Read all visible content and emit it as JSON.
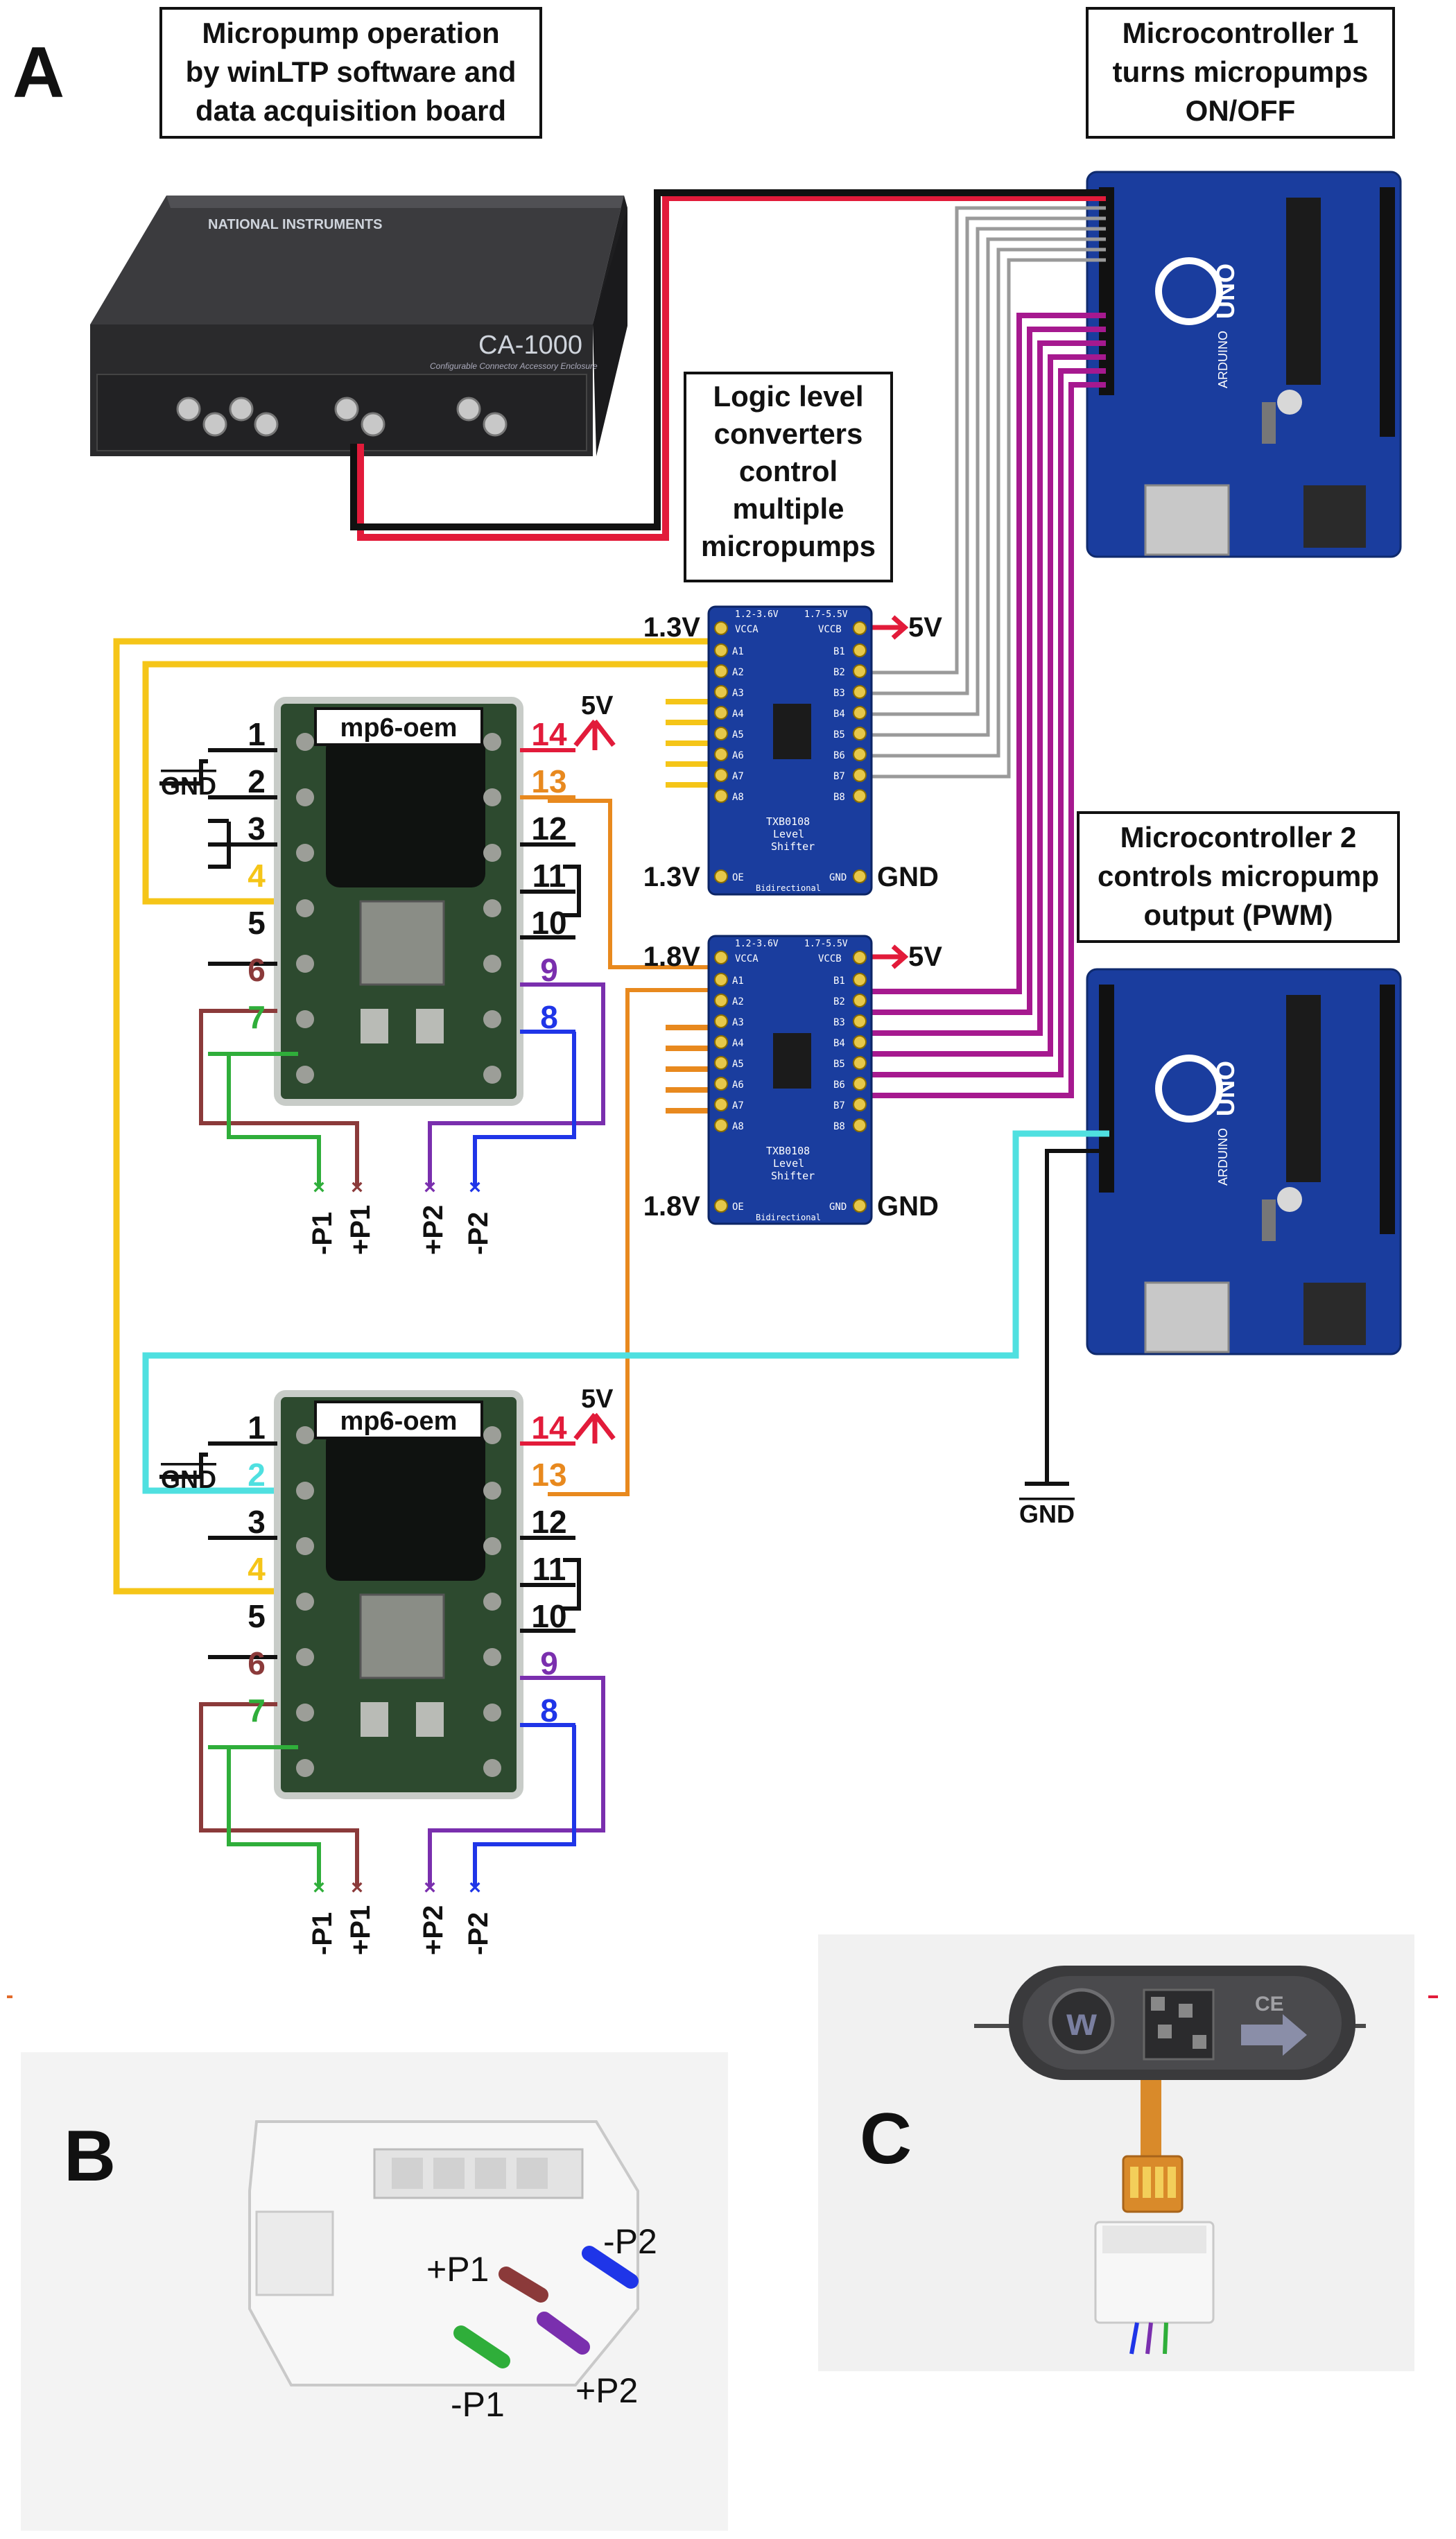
{
  "panel_a": {
    "letter": "A",
    "caption_ni": [
      "Micropump operation",
      "by winLTP software and",
      "data acquisition board"
    ],
    "caption_mc1": [
      "Microcontroller 1",
      "turns micropumps",
      "ON/OFF"
    ],
    "caption_llc": [
      "Logic level",
      "converters",
      "control",
      "multiple",
      "micropumps"
    ],
    "caption_mc2": [
      "Microcontroller 2",
      "controls micropump",
      "output (PWM)"
    ],
    "ni_brand": "NATIONAL INSTRUMENTS",
    "ni_model": "CA-1000",
    "ni_subtitle": "Configurable Connector Accessory Enclosure",
    "arduino_label": "UNO",
    "arduino_brand": "ARDUINO",
    "mc2_gnd": "GND",
    "shifters": [
      {
        "left_voltage": "1.3V",
        "right_voltage": "5V",
        "gnd_left": "1.3V",
        "gnd_right": "GND",
        "header_left": "1.2-3.6V",
        "header_right": "1.7-5.5V",
        "vcca": "VCCA",
        "vccb": "VCCB",
        "a_pins": [
          "A1",
          "A2",
          "A3",
          "A4",
          "A5",
          "A6",
          "A7",
          "A8"
        ],
        "b_pins": [
          "B1",
          "B2",
          "B3",
          "B4",
          "B5",
          "B6",
          "B7",
          "B8"
        ],
        "oe": "OE",
        "gnd": "GND",
        "chip_name": "TXB0108",
        "chip_line2": "Level",
        "chip_line3": "Shifter",
        "bidirectional": "Bidirectional"
      },
      {
        "left_voltage": "1.8V",
        "right_voltage": "5V",
        "gnd_left": "1.8V",
        "gnd_right": "GND",
        "header_left": "1.2-3.6V",
        "header_right": "1.7-5.5V",
        "vcca": "VCCA",
        "vccb": "VCCB",
        "a_pins": [
          "A1",
          "A2",
          "A3",
          "A4",
          "A5",
          "A6",
          "A7",
          "A8"
        ],
        "b_pins": [
          "B1",
          "B2",
          "B3",
          "B4",
          "B5",
          "B6",
          "B7",
          "B8"
        ],
        "oe": "OE",
        "gnd": "GND",
        "chip_name": "TXB0108",
        "chip_line2": "Level",
        "chip_line3": "Shifter",
        "bidirectional": "Bidirectional"
      }
    ],
    "pumps": [
      {
        "name": "mp6-oem",
        "gnd": "GND",
        "v5": "5V",
        "left_pins": [
          "1",
          "2",
          "3",
          "4",
          "5",
          "6",
          "7"
        ],
        "right_pins": [
          "14",
          "13",
          "12",
          "11",
          "10",
          "9",
          "8"
        ],
        "outputs": [
          "-P1",
          "+P1",
          "+P2",
          "-P2"
        ]
      },
      {
        "name": "mp6-oem",
        "gnd": "GND",
        "v5": "5V",
        "left_pins": [
          "1",
          "2",
          "3",
          "4",
          "5",
          "6",
          "7"
        ],
        "right_pins": [
          "14",
          "13",
          "12",
          "11",
          "10",
          "9",
          "8"
        ],
        "outputs": [
          "-P1",
          "+P1",
          "+P2",
          "-P2"
        ]
      }
    ]
  },
  "panel_b": {
    "letter": "B",
    "labels": [
      "+P1",
      "-P2",
      "-P1",
      "+P2"
    ]
  },
  "panel_c": {
    "letter": "C",
    "pump_mark": "CE"
  },
  "colors": {
    "red": "#e21b3a",
    "black": "#111111",
    "yellow": "#f5c518",
    "orange": "#e8891e",
    "magenta": "#a6198f",
    "cyan": "#4fe0e0",
    "green": "#2fae3a",
    "purple": "#7a2fae",
    "maroon": "#8b3a3a",
    "blue": "#1f35e8",
    "gray": "#9a9a9a",
    "board_blue": "#1a3d9e"
  }
}
